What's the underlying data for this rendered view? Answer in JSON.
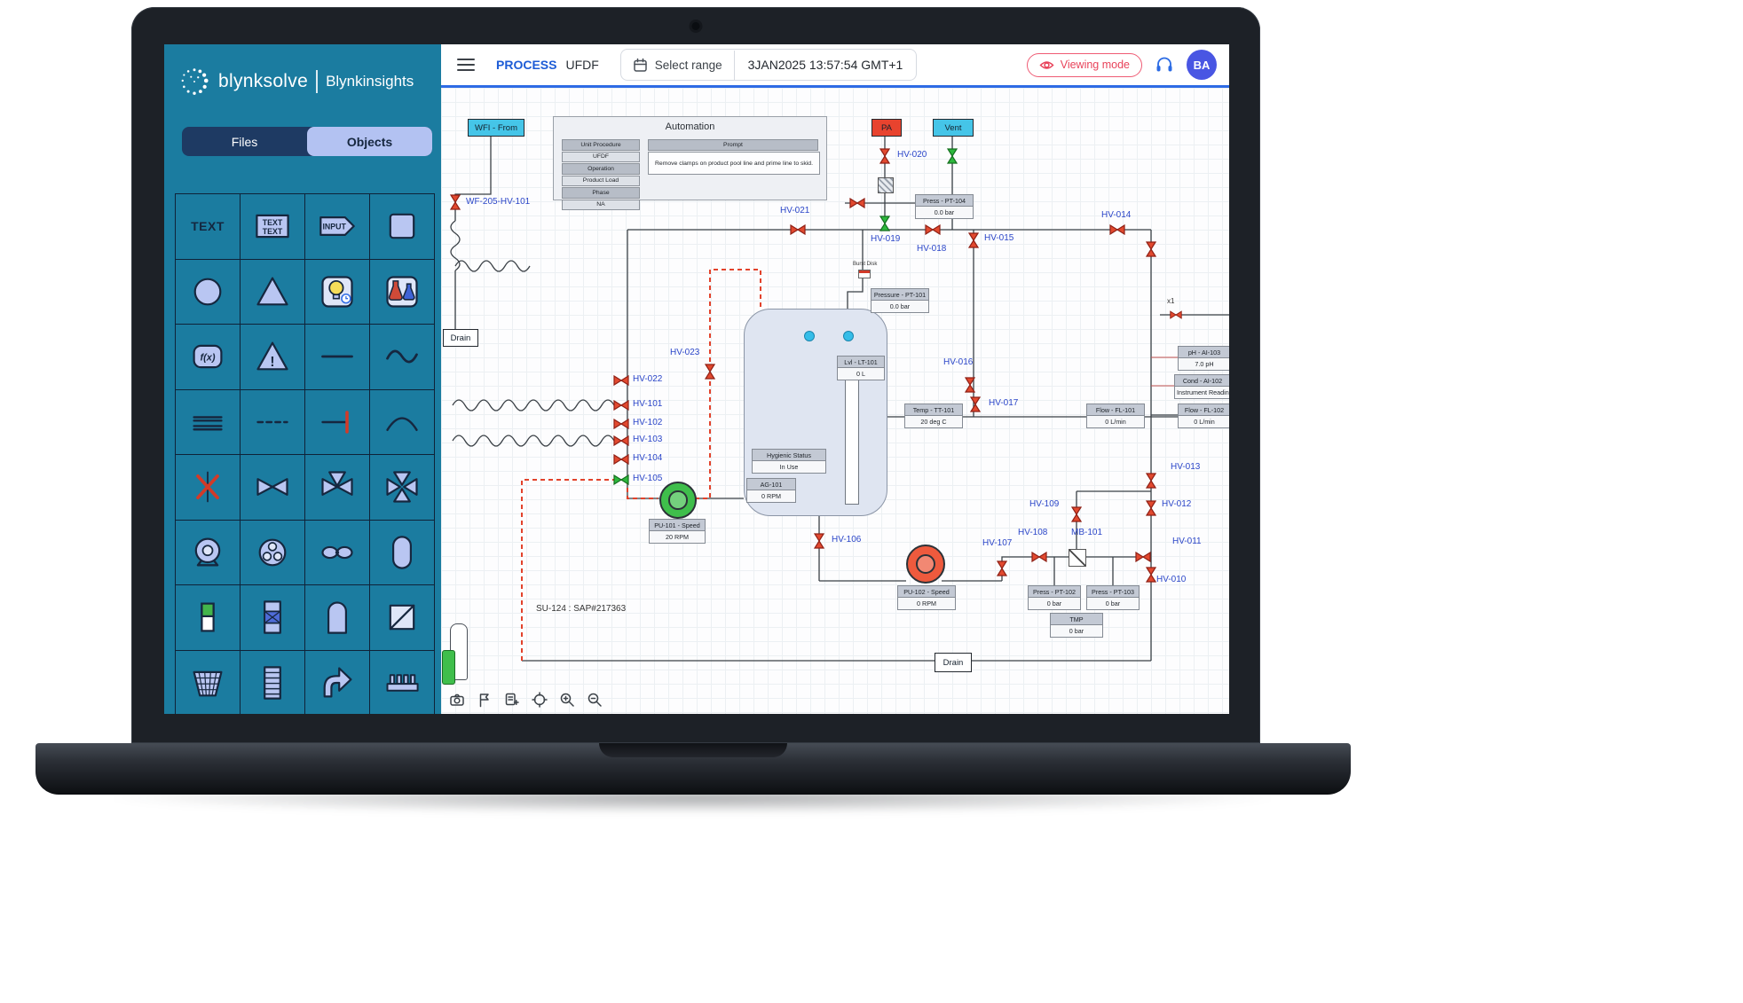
{
  "colors": {
    "accent_blue": "#2e6be5",
    "sidebar_teal": "#1b7ca0",
    "palette_fill": "#b9c6f2",
    "valve_red": "#e2492f",
    "valve_green": "#2db83d",
    "flag_cyan": "#45c5e8",
    "flag_red": "#e8432e",
    "viewing_pink": "#e8435a",
    "avatar_blue": "#4956e3"
  },
  "sidebar": {
    "brand": "blynksolve",
    "product": "Blynkinsights",
    "tabs": {
      "files": "Files",
      "objects": "Objects"
    },
    "palette": {
      "labels": {
        "text": "TEXT",
        "box_line1": "TEXT",
        "box_line2": "TEXT",
        "input": "INPUT",
        "fx": "f(x)",
        "warn": "!"
      },
      "items": [
        "text",
        "text-box",
        "input",
        "square",
        "circle",
        "triangle",
        "idea",
        "lab-flasks",
        "function",
        "warning",
        "line",
        "wave",
        "break-lines",
        "dashed-line",
        "tee-cap",
        "arc",
        "closed-valve",
        "valve",
        "three-way-valve",
        "cross-valve",
        "pump",
        "rotary-pump",
        "butterfly-valve",
        "vessel",
        "level-gauge",
        "packed-column",
        "dome-tank",
        "slash-box",
        "strainer",
        "finned-column",
        "arrow-up",
        "manifold"
      ]
    }
  },
  "topbar": {
    "process_label": "PROCESS",
    "process_value": "UFDF",
    "select_range": "Select range",
    "datetime": "3JAN2025 13:57:54 GMT+1",
    "viewing_mode": "Viewing mode",
    "avatar": "BA"
  },
  "toolbar": {
    "icons": [
      "camera",
      "flag",
      "export",
      "center",
      "zoom-in",
      "zoom-out"
    ]
  },
  "diagram": {
    "flags": {
      "wfi": "WFI - From",
      "pa": "PA",
      "vent": "Vent",
      "drain_left": "Drain",
      "drain_bottom": "Drain"
    },
    "automation": {
      "title": "Automation",
      "rows": [
        "Unit Procedure",
        "UFDF",
        "Operation",
        "Product Load",
        "Phase",
        "NA"
      ],
      "prompt_label": "Prompt",
      "prompt": "Remove clamps on product pool line and prime line to skid."
    },
    "labels": {
      "wf205": "WF-205-HV-101",
      "hv010": "HV-010",
      "hv011": "HV-011",
      "hv012": "HV-012",
      "hv013": "HV-013",
      "hv014": "HV-014",
      "hv015": "HV-015",
      "hv016": "HV-016",
      "hv017": "HV-017",
      "hv018": "HV-018",
      "hv019": "HV-019",
      "hv020": "HV-020",
      "hv021": "HV-021",
      "hv022": "HV-022",
      "hv023": "HV-023",
      "hv101": "HV-101",
      "hv102": "HV-102",
      "hv103": "HV-103",
      "hv104": "HV-104",
      "hv105": "HV-105",
      "hv106": "HV-106",
      "hv107": "HV-107",
      "hv108": "HV-108",
      "hv109": "HV-109",
      "mb101": "MB-101",
      "x1": "x1",
      "burst_disk": "Burst Disk",
      "su_note": "SU-124 : SAP#217363"
    },
    "instruments": {
      "pt104": {
        "name": "Press - PT-104",
        "value": "0.0 bar"
      },
      "pt101": {
        "name": "Pressure - PT-101",
        "value": "0.0 bar"
      },
      "lt101": {
        "name": "Lvl - LT-101",
        "value": "0 L"
      },
      "tt101": {
        "name": "Temp - TT-101",
        "value": "20 deg C"
      },
      "fl101": {
        "name": "Flow - FL-101",
        "value": "0 L/min"
      },
      "ai103": {
        "name": "pH - AI-103",
        "value": "7.0 pH"
      },
      "ai102": {
        "name": "Cond - AI-102",
        "value": "Instrument Reading"
      },
      "fl102": {
        "name": "Flow - FL-102",
        "value": "0 L/min"
      },
      "hygienic": {
        "name": "Hygienic Status",
        "value": "In Use"
      },
      "ag101": {
        "name": "AG-101",
        "value": "0 RPM"
      },
      "pu101": {
        "name": "PU-101 - Speed",
        "value": "20 RPM"
      },
      "pu102": {
        "name": "PU-102 - Speed",
        "value": "0 RPM"
      },
      "pt102": {
        "name": "Press - PT-102",
        "value": "0 bar"
      },
      "pt103": {
        "name": "Press - PT-103",
        "value": "0 bar"
      },
      "tmp": {
        "name": "TMP",
        "value": "0 bar"
      }
    }
  }
}
